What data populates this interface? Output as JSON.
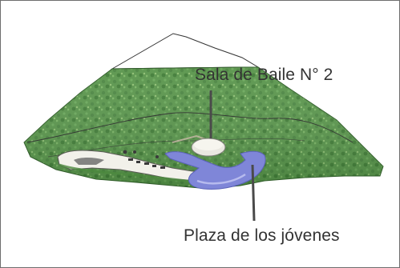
{
  "labels": {
    "sala": "Sala de Baile N° 2",
    "plaza": "Plaza de los jóvenes"
  },
  "colors": {
    "grass_dark": "#3f7a35",
    "grass_mid": "#5d9a4a",
    "grass_light": "#8fbf72",
    "plaza_blue": "#7f86d8",
    "pavement": "#f2f1ea",
    "callout_line": "#4a4a4a",
    "frame": "#6e6e6e"
  },
  "icons": {
    "plaza": "plaza-shape",
    "dance_hall": "oval-building"
  }
}
